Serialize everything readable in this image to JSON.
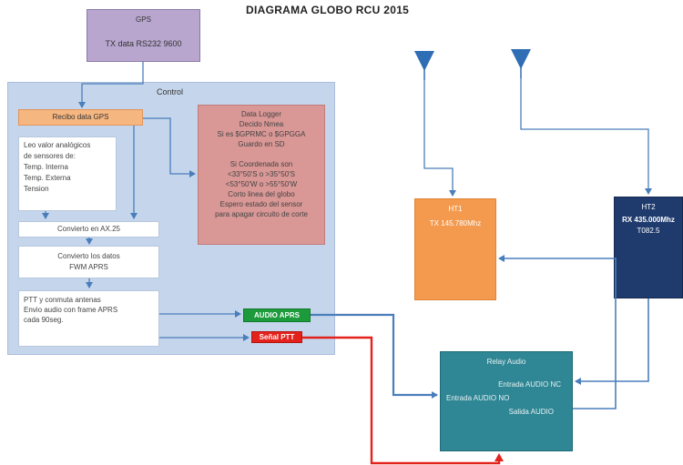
{
  "title": "DIAGRAMA GLOBO RCU 2015",
  "gps": {
    "label": "GPS",
    "text": "TX data RS232 9600"
  },
  "control": {
    "label": "Control"
  },
  "recibo": "Recibo data GPS",
  "leo": [
    "Leo valor analógicos",
    "de sensores de:",
    "Temp. Interna",
    "Temp. Externa",
    "Tension"
  ],
  "convierto_ax25": "Convierto en AX.25",
  "convierto_fwm": [
    "Convierto los datos",
    "FWM APRS"
  ],
  "ptt": [
    "PTT y conmuta antenas",
    "Envio audio con frame APRS",
    "cada 90seg."
  ],
  "logger": [
    "Data Logger",
    "Decido Nmea",
    "Si es $GPRMC o $GPGGA",
    "Guardo en SD",
    "",
    "Si Coordenada son",
    "<33°50'S o >35°50'S",
    "<53°50'W o >55°50'W",
    "Corto linea del globo",
    "Espero estado del sensor",
    "para apagar circuito de corte"
  ],
  "audio_aprs": "AUDIO APRS",
  "senal_ptt": "Señal PTT",
  "ht1": {
    "name": "HT1",
    "freq": "TX 145.780Mhz"
  },
  "ht2": {
    "name": "HT2",
    "freq": "RX 435.000Mhz",
    "tone": "T082.5"
  },
  "relay": {
    "title": "Relay Audio",
    "in_nc": "Entrada AUDIO NC",
    "in_no": "Entrada AUDIO NO",
    "out": "Salida AUDIO"
  },
  "colors": {
    "arrow_blue": "#4a7ebb",
    "ptt_red": "#e3221b",
    "antenna": "#2f6db5"
  }
}
